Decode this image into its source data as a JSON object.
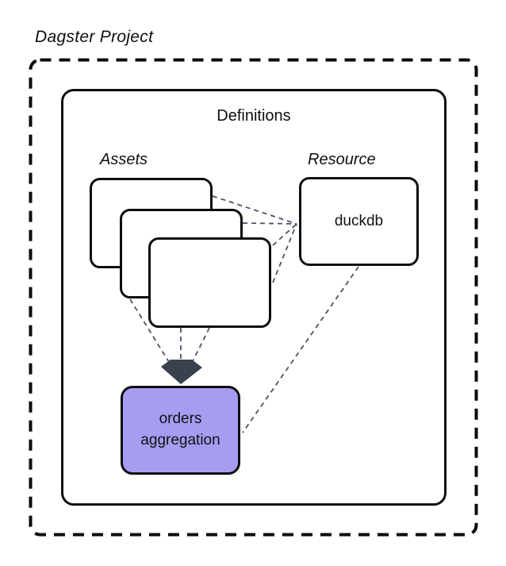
{
  "title": "Dagster Project",
  "definitions": {
    "label": "Definitions"
  },
  "assets": {
    "label": "Assets"
  },
  "resource": {
    "label": "Resource",
    "box_label": "duckdb"
  },
  "aggregation": {
    "label": "orders aggregation"
  },
  "colors": {
    "connector": "#4a5264",
    "arrowhead": "#39404e",
    "aggregation_fill": "#a69df2",
    "box_border": "#0e0e0e",
    "outer_dashed_border": "#0a0a0a"
  }
}
